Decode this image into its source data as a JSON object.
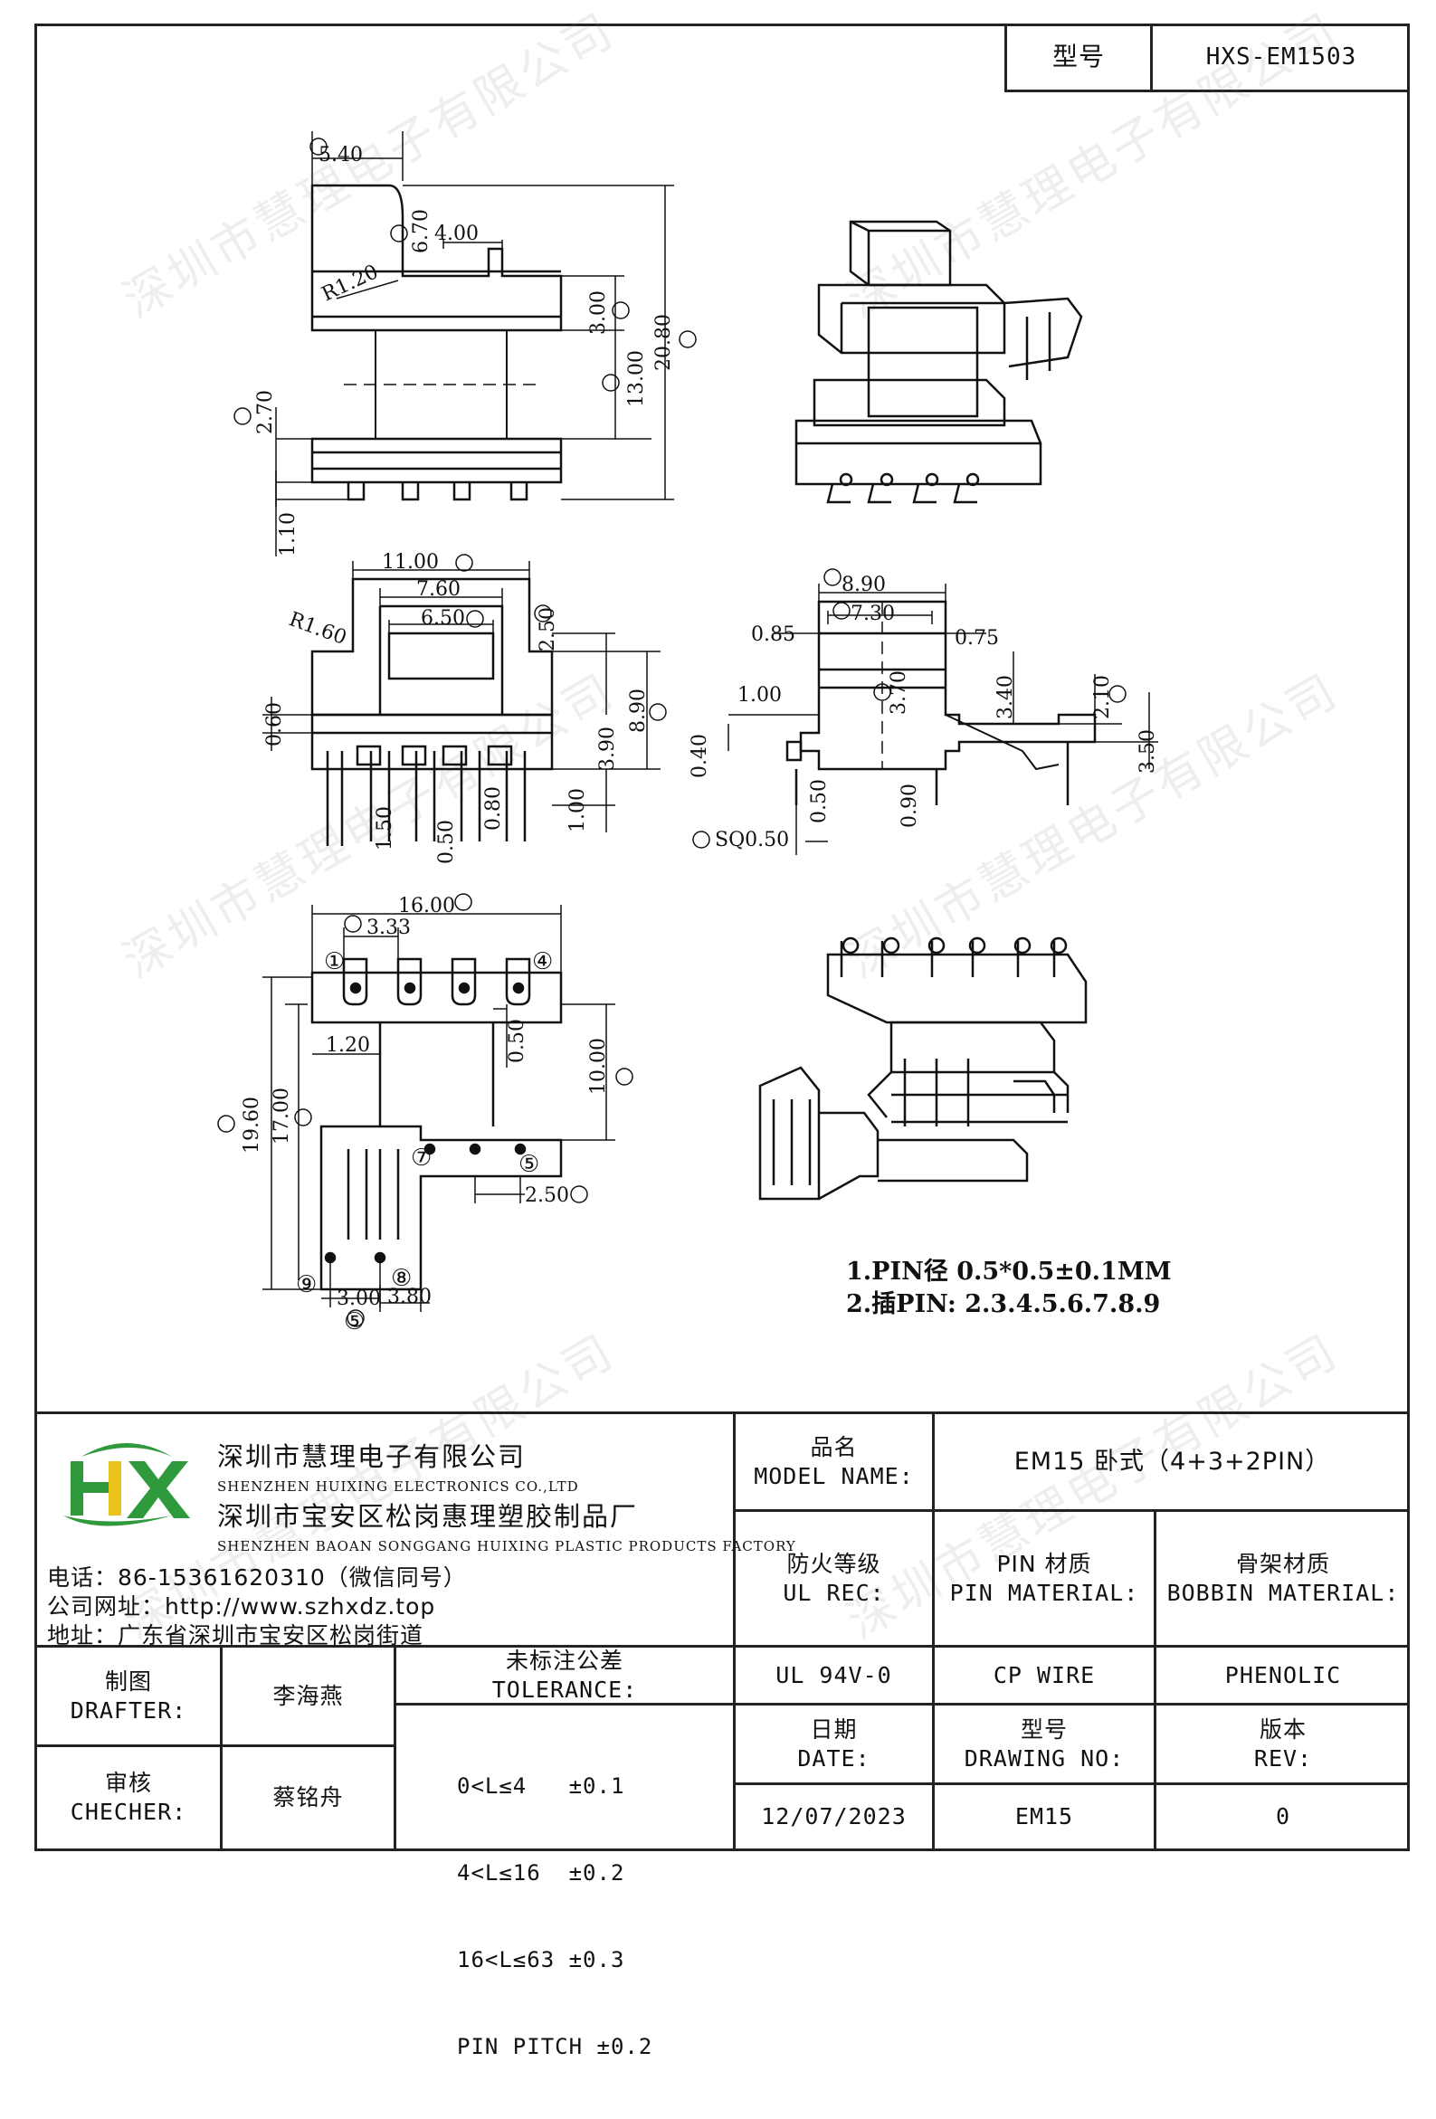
{
  "header": {
    "model_label": "型号",
    "model_value": "HXS-EM1503"
  },
  "notes": [
    "1.PIN径  0.5*0.5±0.1MM",
    "2.插PIN: 2.3.4.5.6.7.8.9"
  ],
  "dims": {
    "a": "5.40",
    "b": "6.70",
    "c": "4.00",
    "r1": "R1.20",
    "d": "3.00",
    "e": "13.00",
    "f": "20.80",
    "g": "2.70",
    "h": "1.10",
    "i": "11.00",
    "j": "7.60",
    "k": "6.50",
    "r2": "R1.60",
    "l": "2.50",
    "m": "8.90",
    "n": "0.60",
    "o": "3.90",
    "p": "1.00",
    "q": "1.50",
    "s": "0.50",
    "t": "0.80",
    "u": "8.90",
    "v": "7.30",
    "w": "0.85",
    "x": "0.75",
    "y": "1.00",
    "z": "3.70",
    "aa": "3.40",
    "ab": "2.10",
    "ac": "0.40",
    "ad": "3.50",
    "ae": "0.50",
    "af": "0.90",
    "ag": "SQ0.50",
    "ah": "16.00",
    "ai": "3.33",
    "aj": "1.20",
    "ak": "0.50",
    "al": "10.00",
    "am": "19.60",
    "an": "17.00",
    "ao": "2.50",
    "ap": "3.00",
    "aq": "3.80"
  },
  "pins": [
    "①",
    "④",
    "⑦",
    "⑤",
    "⑨",
    "⑧",
    "⑤"
  ],
  "company": {
    "name_cn": "深圳市慧理电子有限公司",
    "name_en": "SHENZHEN HUIXING ELECTRONICS CO.,LTD",
    "factory_cn": "深圳市宝安区松岗惠理塑胶制品厂",
    "factory_en": "SHENZHEN BAOAN SONGGANG HUIXING PLASTIC PRODUCTS FACTORY",
    "phone": "电话：86-15361620310（微信同号）",
    "website": "公司网址：http://www.szhxdz.top",
    "address": "地址：广东省深圳市宝安区松岗街道",
    "watermark": "深圳市慧理电子有限公司",
    "colors": {
      "green": "#2e9a3c",
      "yellow": "#e9c21a"
    }
  },
  "table": {
    "model_name_cn": "品名",
    "model_name_en": "MODEL NAME:",
    "model_name_value": "EM15 卧式（4+3+2PIN）",
    "ul_cn": "防火等级",
    "ul_en": "UL REC:",
    "pin_mat_cn": "PIN 材质",
    "pin_mat_en": "PIN MATERIAL:",
    "bobbin_cn": "骨架材质",
    "bobbin_en": "BOBBIN MATERIAL:",
    "ul_value": "UL 94V-0",
    "pin_value": "CP WIRE",
    "bobbin_value": "PHENOLIC",
    "drafter_cn": "制图",
    "drafter_en": "DRAFTER:",
    "drafter_name": "李海燕",
    "checker_cn": "审核",
    "checker_en": "CHECHER:",
    "checker_name": "蔡铭舟",
    "tol_cn": "未标注公差",
    "tol_en": "TOLERANCE:",
    "tol_lines": [
      "0<L≤4   ±0.1",
      "4<L≤16  ±0.2",
      "16<L≤63 ±0.3",
      "PIN PITCH ±0.2"
    ],
    "date_cn": "日期",
    "date_en": "DATE:",
    "date_value": "12/07/2023",
    "drawing_cn": "型号",
    "drawing_en": "DRAWING NO:",
    "drawing_value": "EM15",
    "rev_cn": "版本",
    "rev_en": "REV:",
    "rev_value": "0"
  }
}
